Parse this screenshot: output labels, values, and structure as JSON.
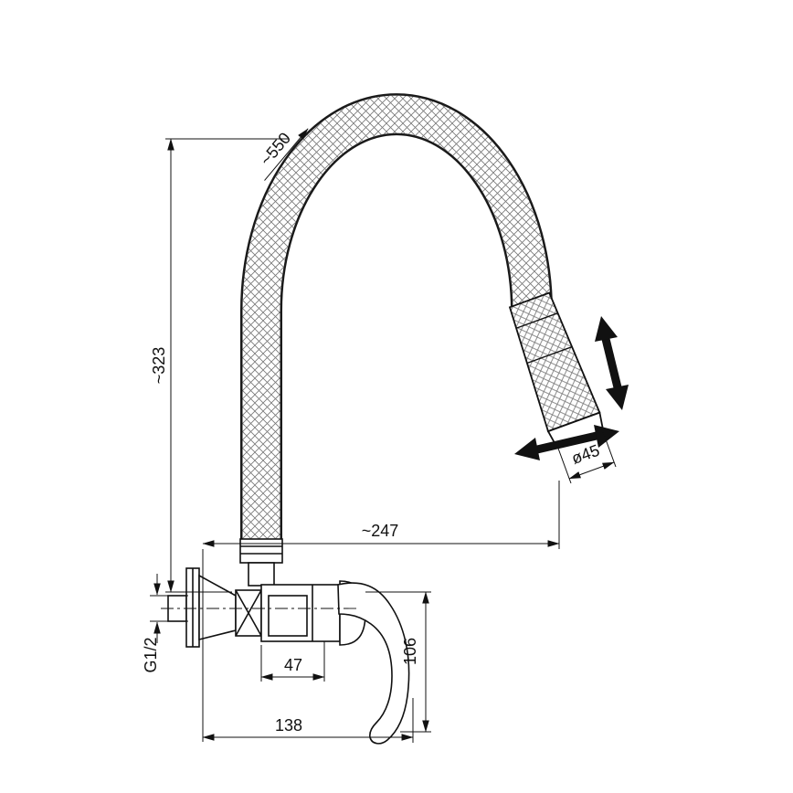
{
  "dimensions": {
    "hose_length": "~550",
    "height": "~323",
    "reach": "~247",
    "spray_diameter": "ø45",
    "thread": "G1/2",
    "body_offset": "47",
    "overall_width": "138",
    "handle_height": "106"
  },
  "colors": {
    "line": "#111111",
    "hatch": "#777777",
    "arrow": "#111111",
    "background": "#ffffff"
  }
}
